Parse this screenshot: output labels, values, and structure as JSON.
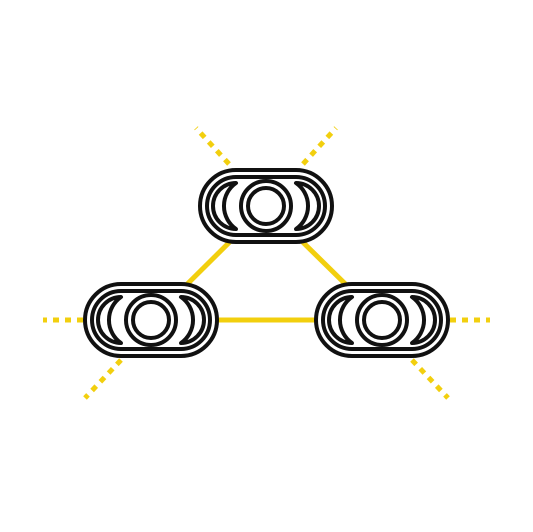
{
  "colors": {
    "background": "#ffffff",
    "node_outline": "#111111",
    "link": "#f2cf0e"
  },
  "nodes": [
    {
      "id": "top",
      "icon": "moon-phases-node-icon"
    },
    {
      "id": "left",
      "icon": "moon-phases-node-icon"
    },
    {
      "id": "right",
      "icon": "moon-phases-node-icon"
    }
  ],
  "links": [
    {
      "from": "top",
      "to": "left",
      "style": "solid"
    },
    {
      "from": "top",
      "to": "right",
      "style": "solid"
    },
    {
      "from": "left",
      "to": "right",
      "style": "solid"
    }
  ],
  "external_links": [
    {
      "node": "top",
      "direction": "up-left",
      "style": "dotted"
    },
    {
      "node": "top",
      "direction": "up-right",
      "style": "dotted"
    },
    {
      "node": "left",
      "direction": "left",
      "style": "dotted"
    },
    {
      "node": "left",
      "direction": "down-left",
      "style": "dotted"
    },
    {
      "node": "right",
      "direction": "right",
      "style": "dotted"
    },
    {
      "node": "right",
      "direction": "down-right",
      "style": "dotted"
    }
  ]
}
